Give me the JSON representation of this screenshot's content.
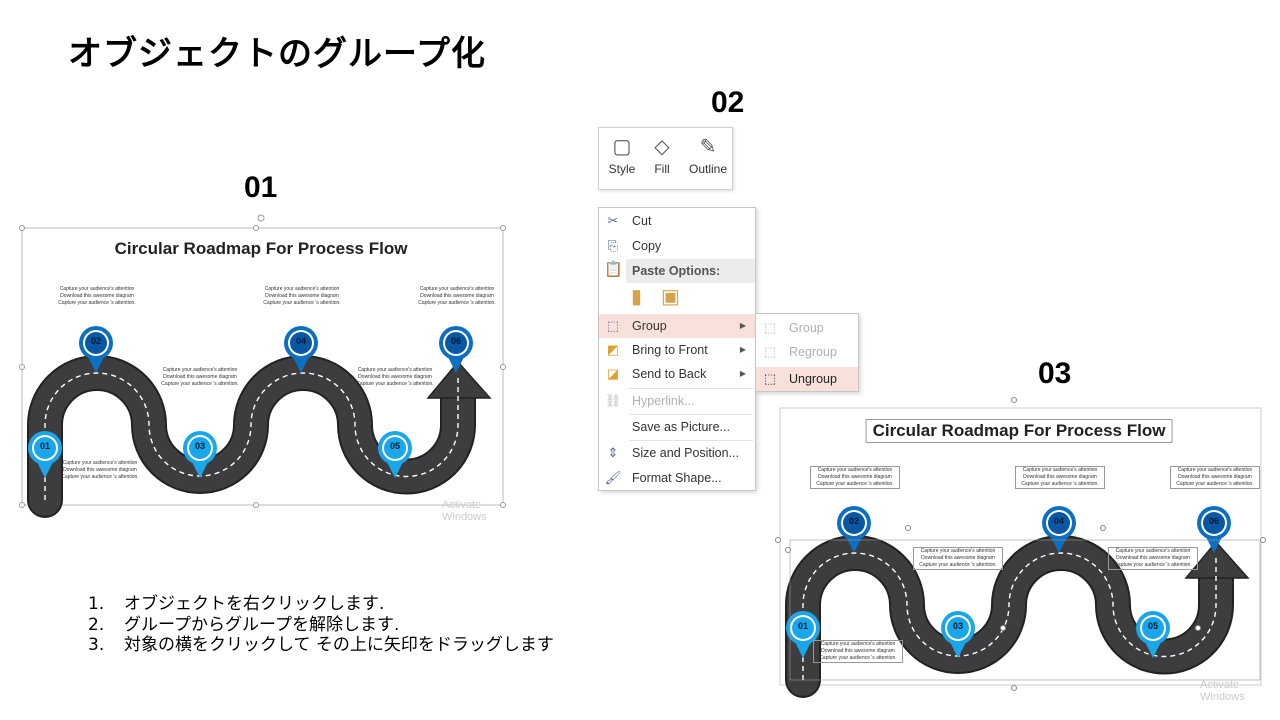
{
  "page_title": "オブジェクトのグループ化",
  "labels": {
    "s1": "01",
    "s2": "02",
    "s3": "03"
  },
  "roadmap": {
    "title": "Circular Roadmap For Process Flow",
    "caption": "Capture your audience's attention Download this awesome diagram Capture your audience 's attention.",
    "pins": [
      "01",
      "02",
      "03",
      "04",
      "05",
      "06"
    ],
    "watermark": "Activate Windows",
    "colors": {
      "road": "#3d3d3f",
      "pin_dark": "#0d6fc0",
      "pin_dark_inner": "#0a57a3",
      "pin_light": "#1ba6ea"
    }
  },
  "toolbar": {
    "style": "Style",
    "fill": "Fill",
    "outline": "Outline"
  },
  "context_menu": {
    "cut": "Cut",
    "copy": "Copy",
    "paste_options": "Paste Options:",
    "group": "Group",
    "bring_to_front": "Bring to Front",
    "send_to_back": "Send to Back",
    "hyperlink": "Hyperlink...",
    "save_as_picture": "Save as Picture...",
    "size_and_position": "Size and Position...",
    "format_shape": "Format Shape..."
  },
  "submenu": {
    "group": "Group",
    "regroup": "Regroup",
    "ungroup": "Ungroup"
  },
  "steps": [
    {
      "num": "1.",
      "text": "オブジェクトを右クリックします."
    },
    {
      "num": "2.",
      "text": "グループからグループを解除します."
    },
    {
      "num": "3.",
      "text": "対象の横をクリックして その上に矢印をドラッグします"
    }
  ]
}
